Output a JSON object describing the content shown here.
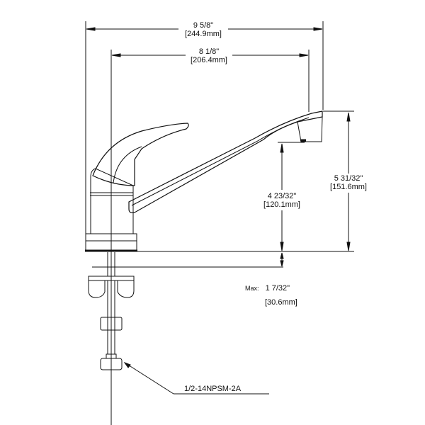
{
  "diagram": {
    "type": "faucet dimension drawing",
    "dimensions": {
      "overall_width": {
        "imperial": "9 5/8\"",
        "metric": "[244.9mm]"
      },
      "spout_reach": {
        "imperial": "8 1/8\"",
        "metric": "[206.4mm]"
      },
      "overall_height": {
        "imperial": "5 31/32\"",
        "metric": "[151.6mm]"
      },
      "spout_clearance": {
        "imperial": "4 23/32\"",
        "metric": "[120.1mm]"
      },
      "max_deck_thickness": {
        "prefix": "Max:",
        "imperial": "1 7/32\"",
        "metric": "[30.6mm]"
      }
    },
    "callouts": {
      "thread_spec": "1/2-14NPSM-2A"
    },
    "colors": {
      "line": "#111111",
      "background": "#ffffff"
    }
  }
}
